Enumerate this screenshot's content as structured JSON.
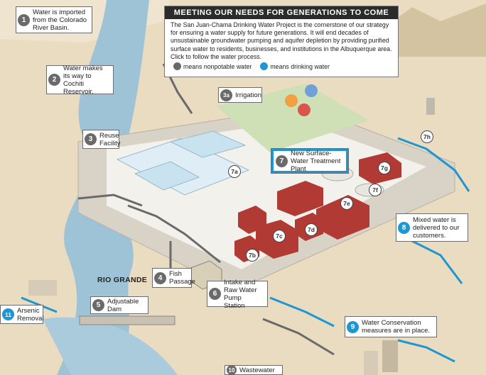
{
  "header": {
    "title": "MEETING OUR NEEDS FOR GENERATIONS TO COME",
    "body": "The San Juan-Chama Drinking Water Project is the cornerstone of our strategy for ensuring a water supply for future generations. It will end decades of unsustainable groundwater pumping and aquifer depletion by providing purified surface water to residents, businesses, and institutions in the Albuquerque area.  Click to follow the water process.",
    "legend": [
      {
        "label": "means nonpotable water",
        "color": "#6a6a6a"
      },
      {
        "label": "means drinking water",
        "color": "#1f96d1"
      }
    ]
  },
  "river_label": "RIO GRANDE",
  "steps": [
    {
      "num": "1",
      "text": "Water is imported from the Colorado River Basin."
    },
    {
      "num": "2",
      "text": "Water makes its way to Cochiti Reservoir."
    },
    {
      "num": "3a",
      "text": "Irrigation"
    },
    {
      "num": "3",
      "text": "Reuse Facility"
    },
    {
      "num": "4",
      "text": "Fish Passage"
    },
    {
      "num": "5",
      "text": "Adjustable Dam"
    },
    {
      "num": "6",
      "text": "Intake and Raw Water Pump Station"
    },
    {
      "num": "7",
      "text": "New Surface-Water Treatment Plant"
    },
    {
      "num": "8",
      "text": "Mixed water is delivered to our customers."
    },
    {
      "num": "9",
      "text": "Water Conservation measures are in place."
    },
    {
      "num": "10",
      "text": "Wastewater"
    },
    {
      "num": "11",
      "text": "Arsenic Removal"
    }
  ],
  "pins": [
    "7a",
    "7b",
    "7c",
    "7d",
    "7e",
    "7f",
    "7g",
    "7h"
  ],
  "colors": {
    "nonpotable": "#6a6a6a",
    "drinking": "#1f96d1",
    "river": "#9fc3d6",
    "ground": "#e9dcc0",
    "road": "#9a9a9a"
  }
}
